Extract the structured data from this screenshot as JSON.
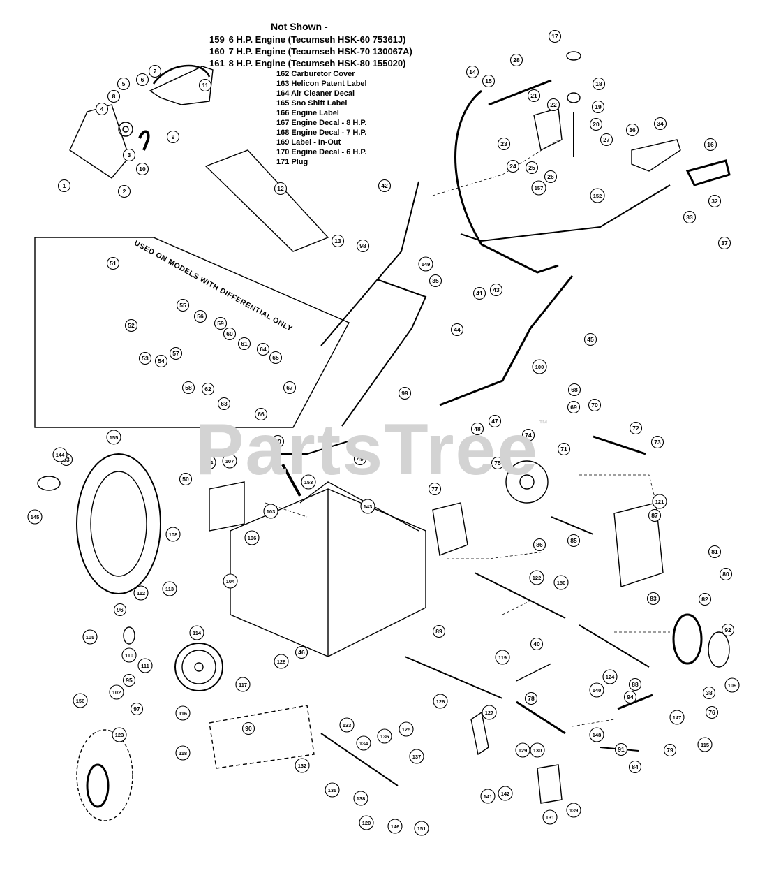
{
  "not_shown": {
    "header": "Not Shown -",
    "engines": [
      {
        "num": "159",
        "text": "6 H.P. Engine (Tecumseh HSK-60 75361J)"
      },
      {
        "num": "160",
        "text": "7 H.P. Engine (Tecumseh HSK-70 130067A)"
      },
      {
        "num": "161",
        "text": "8 H.P. Engine (Tecumseh HSK-80 155020)"
      }
    ],
    "items": [
      "162 Carburetor Cover",
      "163 Helicon Patent Label",
      "164 Air Cleaner Decal",
      "165 Sno Shift Label",
      "166 Engine Label",
      "167 Engine Decal - 8 H.P.",
      "168 Engine Decal - 7 H.P.",
      "169 Label - In-Out",
      "170 Engine Decal - 6 H.P.",
      "171 Plug"
    ]
  },
  "differential_box_label": "USED ON MODELS WITH DIFFERENTIAL ONLY",
  "watermark": {
    "text": "PartsTree",
    "mark": "™"
  },
  "callouts": [
    "1",
    "2",
    "3",
    "4",
    "5",
    "6",
    "7",
    "8",
    "9",
    "10",
    "11",
    "12",
    "13",
    "14",
    "15",
    "16",
    "17",
    "18",
    "19",
    "20",
    "21",
    "22",
    "23",
    "24",
    "25",
    "26",
    "27",
    "28",
    "30",
    "32",
    "33",
    "34",
    "35",
    "36",
    "37",
    "38",
    "40",
    "41",
    "42",
    "43",
    "44",
    "45",
    "46",
    "47",
    "48",
    "49",
    "50",
    "51",
    "52",
    "53",
    "54",
    "55",
    "56",
    "57",
    "58",
    "59",
    "60",
    "61",
    "62",
    "63",
    "64",
    "65",
    "66",
    "67",
    "68",
    "69",
    "70",
    "71",
    "72",
    "73",
    "74",
    "75",
    "76",
    "77",
    "78",
    "79",
    "80",
    "81",
    "82",
    "83",
    "84",
    "85",
    "86",
    "87",
    "88",
    "89",
    "90",
    "91",
    "92",
    "93",
    "94",
    "95",
    "96",
    "97",
    "98",
    "99",
    "100",
    "102",
    "103",
    "104",
    "105",
    "106",
    "107",
    "108",
    "109",
    "110",
    "111",
    "112",
    "113",
    "114",
    "115",
    "116",
    "117",
    "118",
    "119",
    "120",
    "121",
    "122",
    "123",
    "124",
    "125",
    "126",
    "127",
    "128",
    "129",
    "130",
    "131",
    "132",
    "133",
    "134",
    "135",
    "136",
    "137",
    "138",
    "139",
    "140",
    "141",
    "142",
    "143",
    "144",
    "145",
    "146",
    "147",
    "148",
    "149",
    "150",
    "151",
    "152",
    "153",
    "154",
    "155",
    "156",
    "157"
  ],
  "colors": {
    "line": "#000000",
    "watermark": "#d3d3d3",
    "background": "#ffffff"
  }
}
